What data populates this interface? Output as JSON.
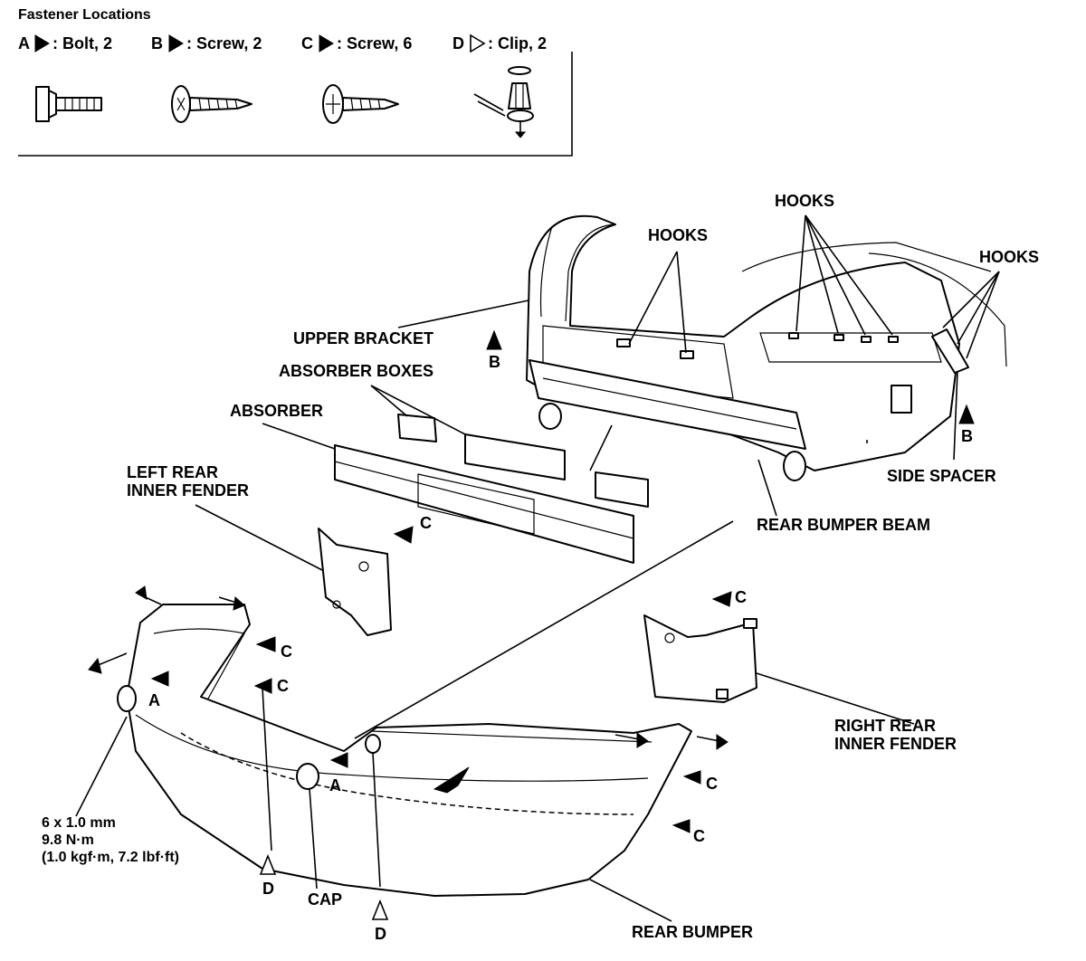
{
  "legend": {
    "title": "Fastener Locations",
    "items": [
      {
        "letter": "A",
        "text": ": Bolt, 2"
      },
      {
        "letter": "B",
        "text": ": Screw, 2"
      },
      {
        "letter": "C",
        "text": ": Screw, 6"
      },
      {
        "letter": "D",
        "text": ": Clip, 2"
      }
    ]
  },
  "labels": {
    "hooks_center": "HOOKS",
    "hooks_upper": "HOOKS",
    "hooks_right": "HOOKS",
    "upper_bracket": "UPPER BRACKET",
    "absorber_boxes": "ABSORBER BOXES",
    "absorber": "ABSORBER",
    "left_rear_inner_fender_1": "LEFT REAR",
    "left_rear_inner_fender_2": "INNER FENDER",
    "side_spacer": "SIDE SPACER",
    "rear_bumper_beam": "REAR BUMPER BEAM",
    "right_rear_inner_fender_1": "RIGHT REAR",
    "right_rear_inner_fender_2": "INNER FENDER",
    "cap": "CAP",
    "rear_bumper": "REAR BUMPER",
    "torque_1": "6 x 1.0 mm",
    "torque_2": "9.8 N·m",
    "torque_3": "(1.0 kgf·m, 7.2 lbf·ft)"
  },
  "callouts": {
    "A": "A",
    "B": "B",
    "C": "C",
    "D": "D"
  }
}
